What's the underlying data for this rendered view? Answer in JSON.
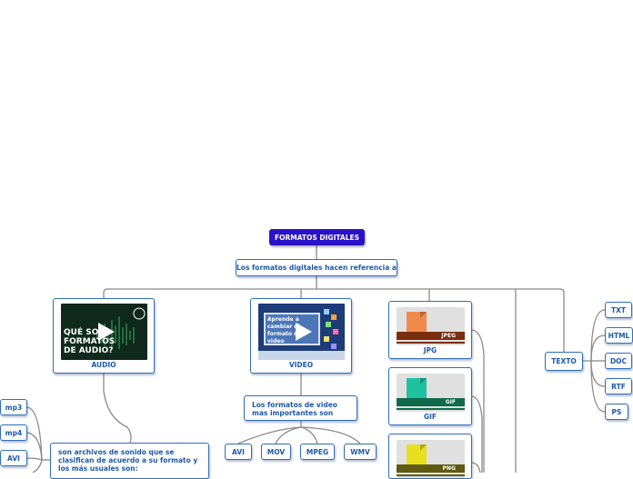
{
  "diagram": {
    "root": "FORMATOS DIGITALES",
    "intro": "Los formatos digitales hacen referencia a",
    "audio": {
      "label": "AUDIO",
      "thumb_text": "QUÉ SON LOS FORMATOS DE AUDIO?",
      "thumb_lines": [
        "QUÉ SO",
        "FORMATOS",
        "DE AUDIO?"
      ],
      "thumb_color": "#0f2a1c",
      "wave_color": "#3fd17a",
      "description": "son archivos de sonido que se clasifican de acuerdo a su formato y los más usuales son:",
      "formats": [
        "mp3",
        "mp4",
        "AVI"
      ]
    },
    "video": {
      "label": "VIDEO",
      "thumb_text": "Aprende a cambiar el formato de video",
      "thumb_color": "#1d3c78",
      "description": "Los formatos de video mas importantes son",
      "formats": [
        "AVI",
        "MOV",
        "MPEG",
        "WMV"
      ]
    },
    "images": [
      {
        "label": "JPG",
        "badge": "JPEG",
        "icon_color": "#f08a4b",
        "band_color": "#7a2e0e"
      },
      {
        "label": "GIF",
        "badge": "GIF",
        "icon_color": "#1fc2a0",
        "band_color": "#0f6b4b"
      },
      {
        "label": "",
        "badge": "PNG",
        "icon_color": "#e8e01e",
        "band_color": "#5f5a10"
      }
    ],
    "text": {
      "label": "TEXTO",
      "formats": [
        "TXT",
        "HTML",
        "DOC",
        "RTF",
        "PS"
      ]
    },
    "colors": {
      "border": "#2f6fb8",
      "text": "#1d5aa8",
      "root_bg": "#2a12c9",
      "connector": "#8a8a8a"
    }
  }
}
